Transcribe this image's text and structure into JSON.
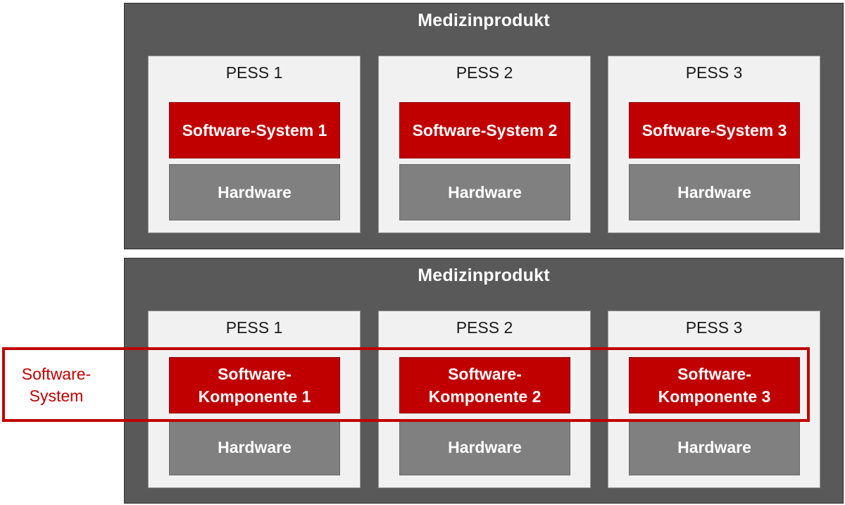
{
  "top": {
    "title": "Medizinprodukt",
    "pess": [
      {
        "title": "PESS 1",
        "software": "Software-System 1",
        "hardware": "Hardware"
      },
      {
        "title": "PESS 2",
        "software": "Software-System 2",
        "hardware": "Hardware"
      },
      {
        "title": "PESS 3",
        "software": "Software-System 3",
        "hardware": "Hardware"
      }
    ]
  },
  "bottom": {
    "title": "Medizinprodukt",
    "pess": [
      {
        "title": "PESS 1",
        "software": "Software-\nKomponente 1",
        "hardware": "Hardware"
      },
      {
        "title": "PESS 2",
        "software": "Software-\nKomponente 2",
        "hardware": "Hardware"
      },
      {
        "title": "PESS 3",
        "software": "Software-\nKomponente 3",
        "hardware": "Hardware"
      }
    ],
    "highlight_label": "Software-\nSystem"
  },
  "colors": {
    "panel": "#595959",
    "pess_bg": "#f1f1f1",
    "software": "#c00000",
    "hardware": "#808080",
    "highlight": "#c00000"
  }
}
